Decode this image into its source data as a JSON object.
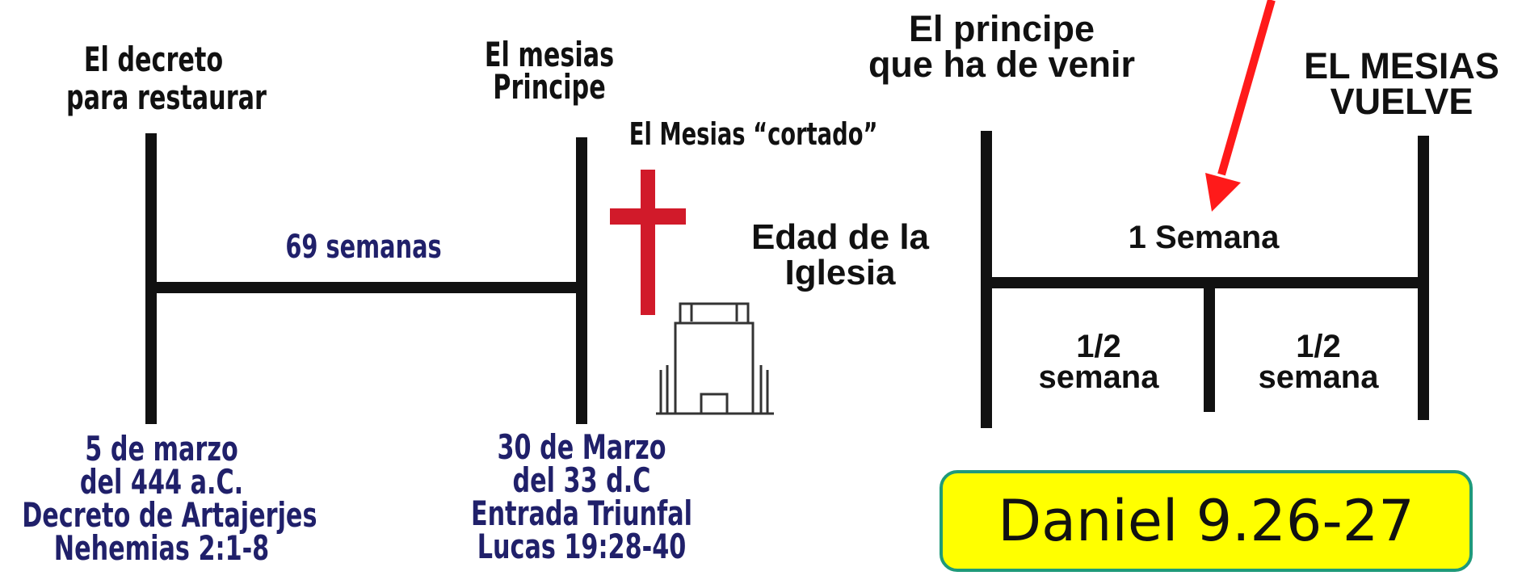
{
  "left_timeline": {
    "decree_label": [
      "El decreto",
      "para restaurar"
    ],
    "messiah_prince_label": [
      "El mesias",
      "Principe"
    ],
    "span_label": "69 semanas",
    "start_date": [
      "5 de marzo",
      "del 444 a.C.",
      "Decreto de Artajerjes",
      "Nehemias 2:1-8"
    ],
    "end_date": [
      "30 de Marzo",
      "del 33 d.C",
      "Entrada Triunfal",
      "Lucas 19:28-40"
    ]
  },
  "middle": {
    "cut_off_label": "El Mesias “cortado”",
    "church_age_label": [
      "Edad de la",
      "Iglesia"
    ],
    "cross_color": "#d11a2a"
  },
  "right_timeline": {
    "prince_label": [
      "El principe",
      "que ha de venir"
    ],
    "return_label": [
      "EL MESIAS",
      "VUELVE"
    ],
    "week_label": "1 Semana",
    "half_week_left": [
      "1/2",
      "semana"
    ],
    "half_week_right": [
      "1/2",
      "semana"
    ],
    "arrow_color": "#ff1a1a"
  },
  "reference": {
    "text": "Daniel 9.26-27",
    "background": "#ffff00",
    "border": "#1f9a7a"
  }
}
